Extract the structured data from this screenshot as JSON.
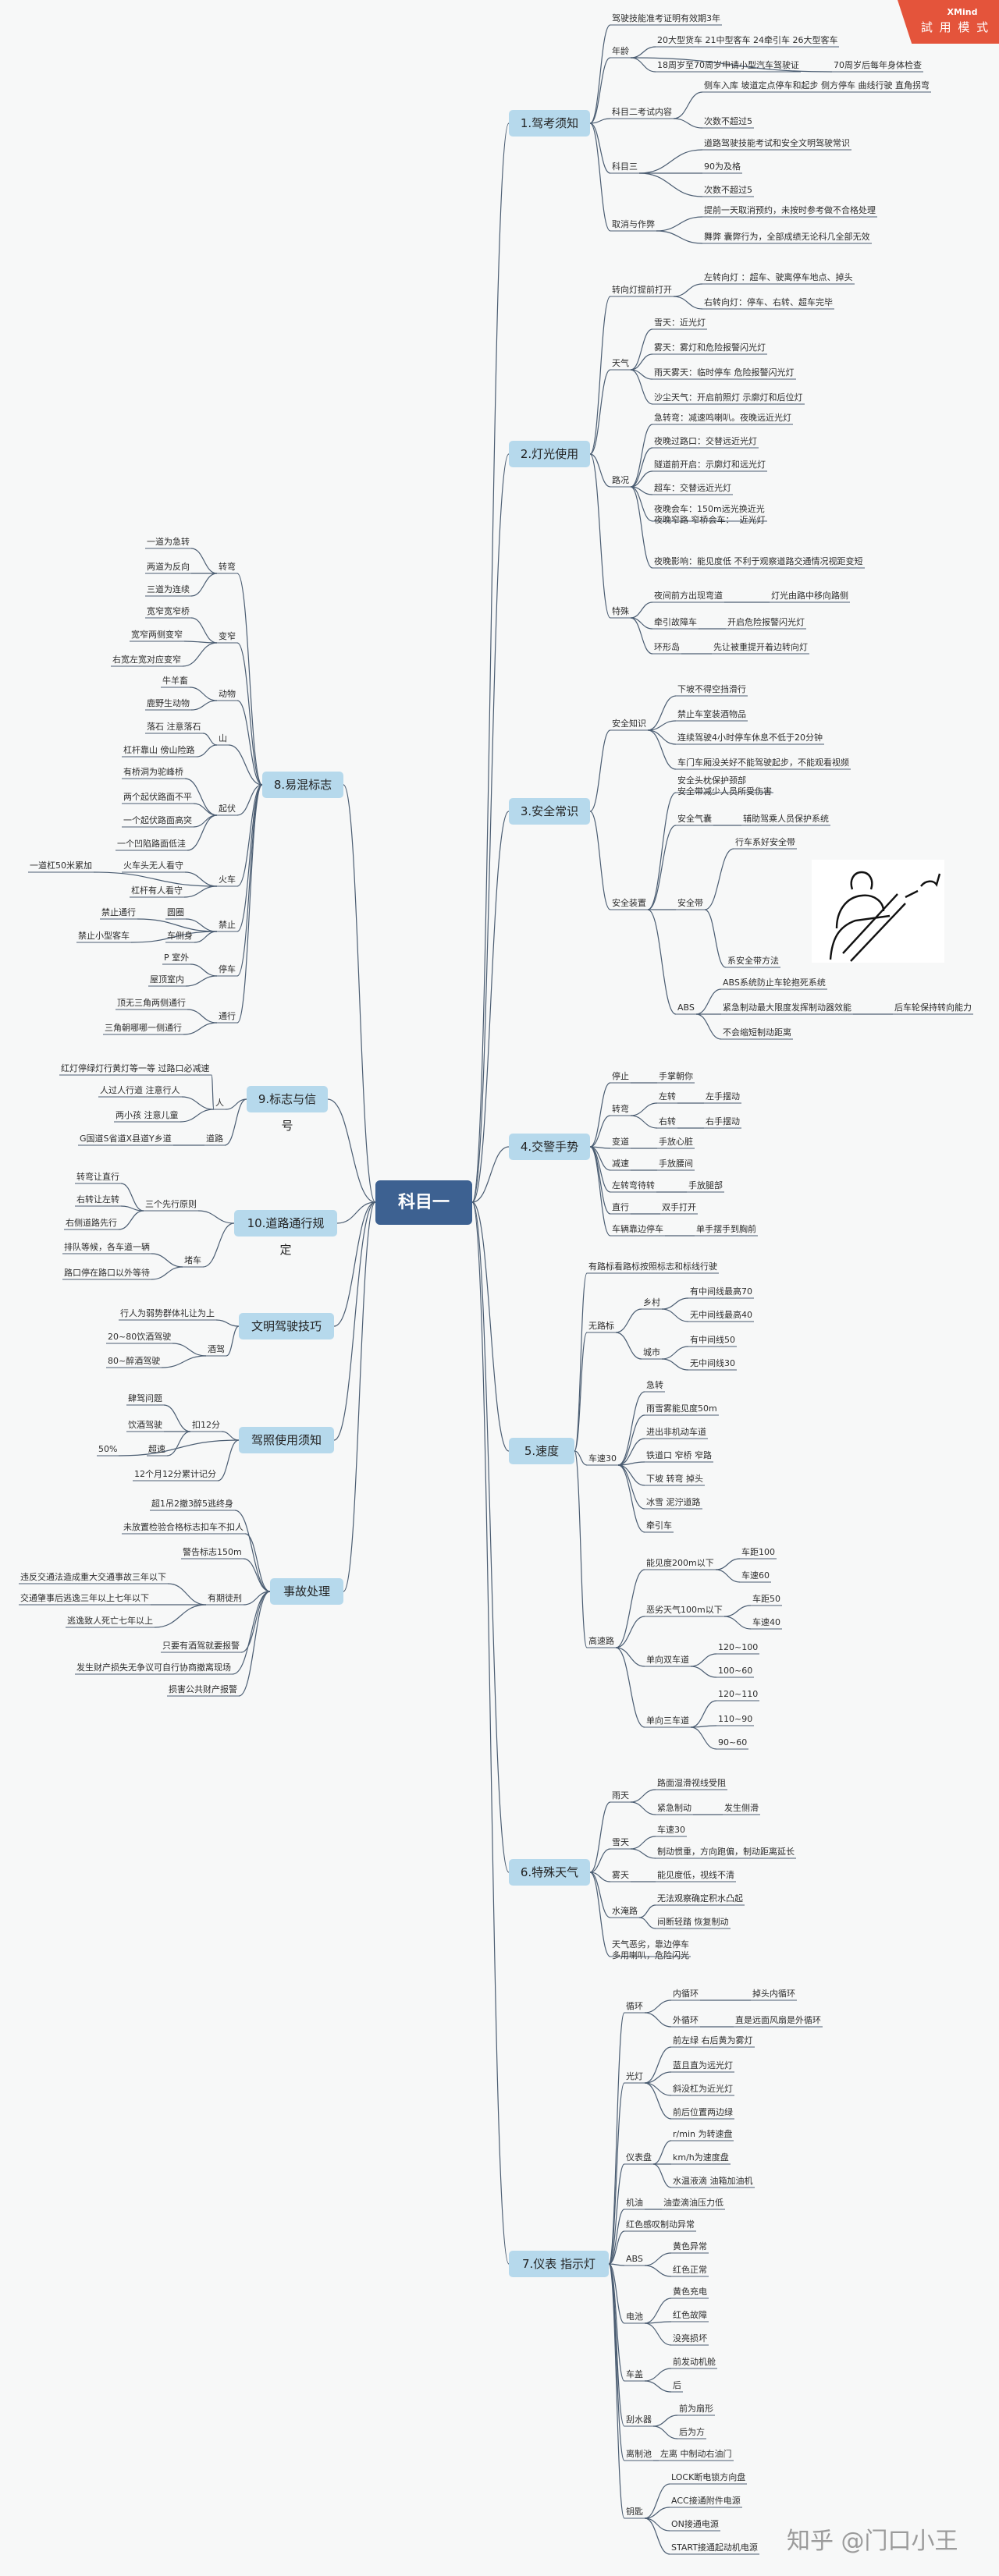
{
  "badge": {
    "brand": "XMind",
    "mode": "試 用 模 式"
  },
  "watermark": "知乎 @门口小王",
  "central": "科目一",
  "sections": [
    {
      "label": "1.驾考须知"
    },
    {
      "label": "2.灯光使用"
    },
    {
      "label": "3.安全常识"
    },
    {
      "label": "4.交警手势"
    },
    {
      "label": "5.速度"
    },
    {
      "label": "6.特殊天气"
    },
    {
      "label": "7.仪表 指示灯"
    },
    {
      "label": "8.易混标志"
    },
    {
      "label": "9.标志与信号"
    },
    {
      "label": "10.道路通行规定"
    },
    {
      "label": "文明驾驶技巧"
    },
    {
      "label": "驾照使用须知"
    },
    {
      "label": "事故处理"
    }
  ],
  "nodes": [
    "驾驶技能准考证明有效期3年",
    "年龄",
    "20大型货车 21中型客车 24牵引车 26大型客车",
    "18周岁至70周岁申请小型汽车驾驶证",
    "70周岁后每年身体检查",
    "科目二考试内容",
    "侧车入库 坡道定点停车和起步 侧方停车 曲线行驶 直角拐弯",
    "次数不超过5",
    "科目三",
    "道路驾驶技能考试和安全文明驾驶常识",
    "90为及格",
    "次数不超过5",
    "取消与作弊",
    "提前一天取消预约，未按时参考做不合格处理",
    "舞弊 囊弊行为，全部成绩无论科几全部无效",
    "转向灯提前打开",
    "左转向灯 ：超车、驶离停车地点、掉头",
    "右转向灯：停车、右转、超车完毕",
    "天气",
    "雪天：近光灯",
    "雾天：雾灯和危险报警闪光灯",
    "雨天雾天：临时停车 危险报警闪光灯",
    "沙尘天气：开启前照灯 示廓灯和后位灯",
    "路况",
    "急转弯：减速鸣喇叭。夜晚远近光灯",
    "夜晚过路口：交替远近光灯",
    "隧道前开启：示廓灯和远光灯",
    "超车：交替远近光灯",
    "夜晚会车：150m远光换近光\n夜晚窄路 窄桥会车：  近光灯",
    "夜晚影响：能见度低 不利于观察道路交通情况视距变短",
    "特殊",
    "夜间前方出现弯道",
    "灯光由路中移向路侧",
    "牵引故障车",
    "开启危险报警闪光灯",
    "环形岛",
    "先让被重提开着边转向灯",
    "安全知识",
    "下坡不得空挡滑行",
    "禁止车室装酒物品",
    "连续驾驶4小时停车休息不低于20分钟",
    "车门车厢没关好不能驾驶起步，不能观看视频",
    "安全装置",
    "安全头枕保护颈部\n安全带减少人员所受伤害",
    "安全气囊",
    "辅助驾乘人员保护系统",
    "安全带",
    "行车系好安全带",
    "系安全带方法",
    "ABS",
    "ABS系统防止车轮抱死系统",
    "紧急制动最大限度发挥制动器效能",
    "后车轮保持转向能力",
    "不会缩短制动距离",
    "停止",
    "手掌朝你",
    "转弯",
    "左转",
    "左手摆动",
    "右转",
    "右手摆动",
    "变道",
    "手放心脏",
    "减速",
    "手放腰间",
    "左转弯待转",
    "手放腿部",
    "直行",
    "双手打开",
    "车辆靠边停车",
    "单手摆手到胸前",
    "有路标看路标按照标志和标线行驶",
    "无路标",
    "乡村",
    "有中间线最高70",
    "无中间线最高40",
    "城市",
    "有中间线50",
    "无中间线30",
    "车速30",
    "急转",
    "雨雪雾能见度50m",
    "进出非机动车道",
    "铁道口 窄桥 窄路",
    "下坡 转弯 掉头",
    "冰雪 泥泞道路",
    "牵引车",
    "高速路",
    "能见度200m以下",
    "车距100",
    "车速60",
    "恶劣天气100m以下",
    "车距50",
    "车速40",
    "单向双车道",
    "120~100",
    "100~60",
    "单向三车道",
    "120~110",
    "110~90",
    "90~60",
    "雨天",
    "路面湿滑视线受阻",
    "紧急制动",
    "发生侧滑",
    "雪天",
    "车速30",
    "制动惯重，方向跑偏，制动距离延长",
    "雾天",
    "能见度低，视线不清",
    "水淹路",
    "无法观察确定积水凸起",
    "间断轻踏 恢复制动",
    "天气恶劣，靠边停车\n多用喇叭，危险闪光",
    "循环",
    "内循环",
    "掉头内循环",
    "外循环",
    "直是远面风扇是外循环",
    "光灯",
    "前左绿 右后黄为雾灯",
    "蓝且直为远光灯",
    "斜没杠为近光灯",
    "前后位置两边绿",
    "仪表盘",
    "r/min 为转速盘",
    "km/h为速度盘",
    "水温液滴 油箱加油机",
    "机油",
    "油壶滴油压力低",
    "红色感叹制动异常",
    "ABS",
    "黄色异常",
    "红色正常",
    "电池",
    "黄色充电",
    "红色故障",
    "没亮损坏",
    "车盖",
    "前发动机舱",
    "后",
    "刮水器",
    "前为扇形",
    "后为方",
    "离制池",
    "左离 中制动右油门",
    "钥匙",
    "LOCK断电锁方向盘",
    "ACC接通附件电源",
    "ON接通电源",
    "START接通起动机电源",
    "转弯",
    "一道为急转",
    "两道为反向",
    "三道为连续",
    "变窄",
    "宽窄宽窄桥",
    "宽窄两侧变窄",
    "右宽左宽对应变窄",
    "动物",
    "牛羊畜",
    "鹿野生动物",
    "山",
    "落石 注意落石",
    "杠杆靠山 傍山险路",
    "起伏",
    "有桥洞为驼峰桥",
    "两个起伏路面不平",
    "一个起伏路面高突",
    "一个凹陷路面低洼",
    "火车",
    "一道杠50米累加",
    "火车头无人看守",
    "杠杆有人看守",
    "禁止",
    "禁止通行",
    "圆圈",
    "禁止小型客车",
    "车侧身",
    "停车",
    "P 室外",
    "屋顶室内",
    "通行",
    "顶无三角两侧通行",
    "三角朝哪哪一侧通行",
    "人",
    "红灯停绿灯行黄灯等一等 过路口必减速",
    "人过人行道 注意行人",
    "两小孩 注意儿童",
    "道路",
    "G国道S省道X县道Y乡道",
    "三个先行原则",
    "转弯让直行",
    "右转让左转",
    "右侧道路先行",
    "堵车",
    "排队等候，各车道一辆",
    "路口停在路口以外等待",
    "行人为弱势群体礼让为上",
    "酒驾",
    "20~80饮酒驾驶",
    "80~醉酒驾驶",
    "扣12分",
    "肆驾问题",
    "饮酒驾驶",
    "50%",
    "超速",
    "12个月12分累计记分",
    "有期徒刑",
    "超1吊2撤3醉5逃终身",
    "未放置检验合格标志扣车不扣人",
    "警告标志150m",
    "违反交通法造成重大交通事故三年以下",
    "交通肇事后逃逸三年以上七年以下",
    "逃逸致人死亡七年以上",
    "只要有酒驾就要报警",
    "发生财产损失无争议可自行协商撤离现场",
    "损害公共财产报警"
  ]
}
